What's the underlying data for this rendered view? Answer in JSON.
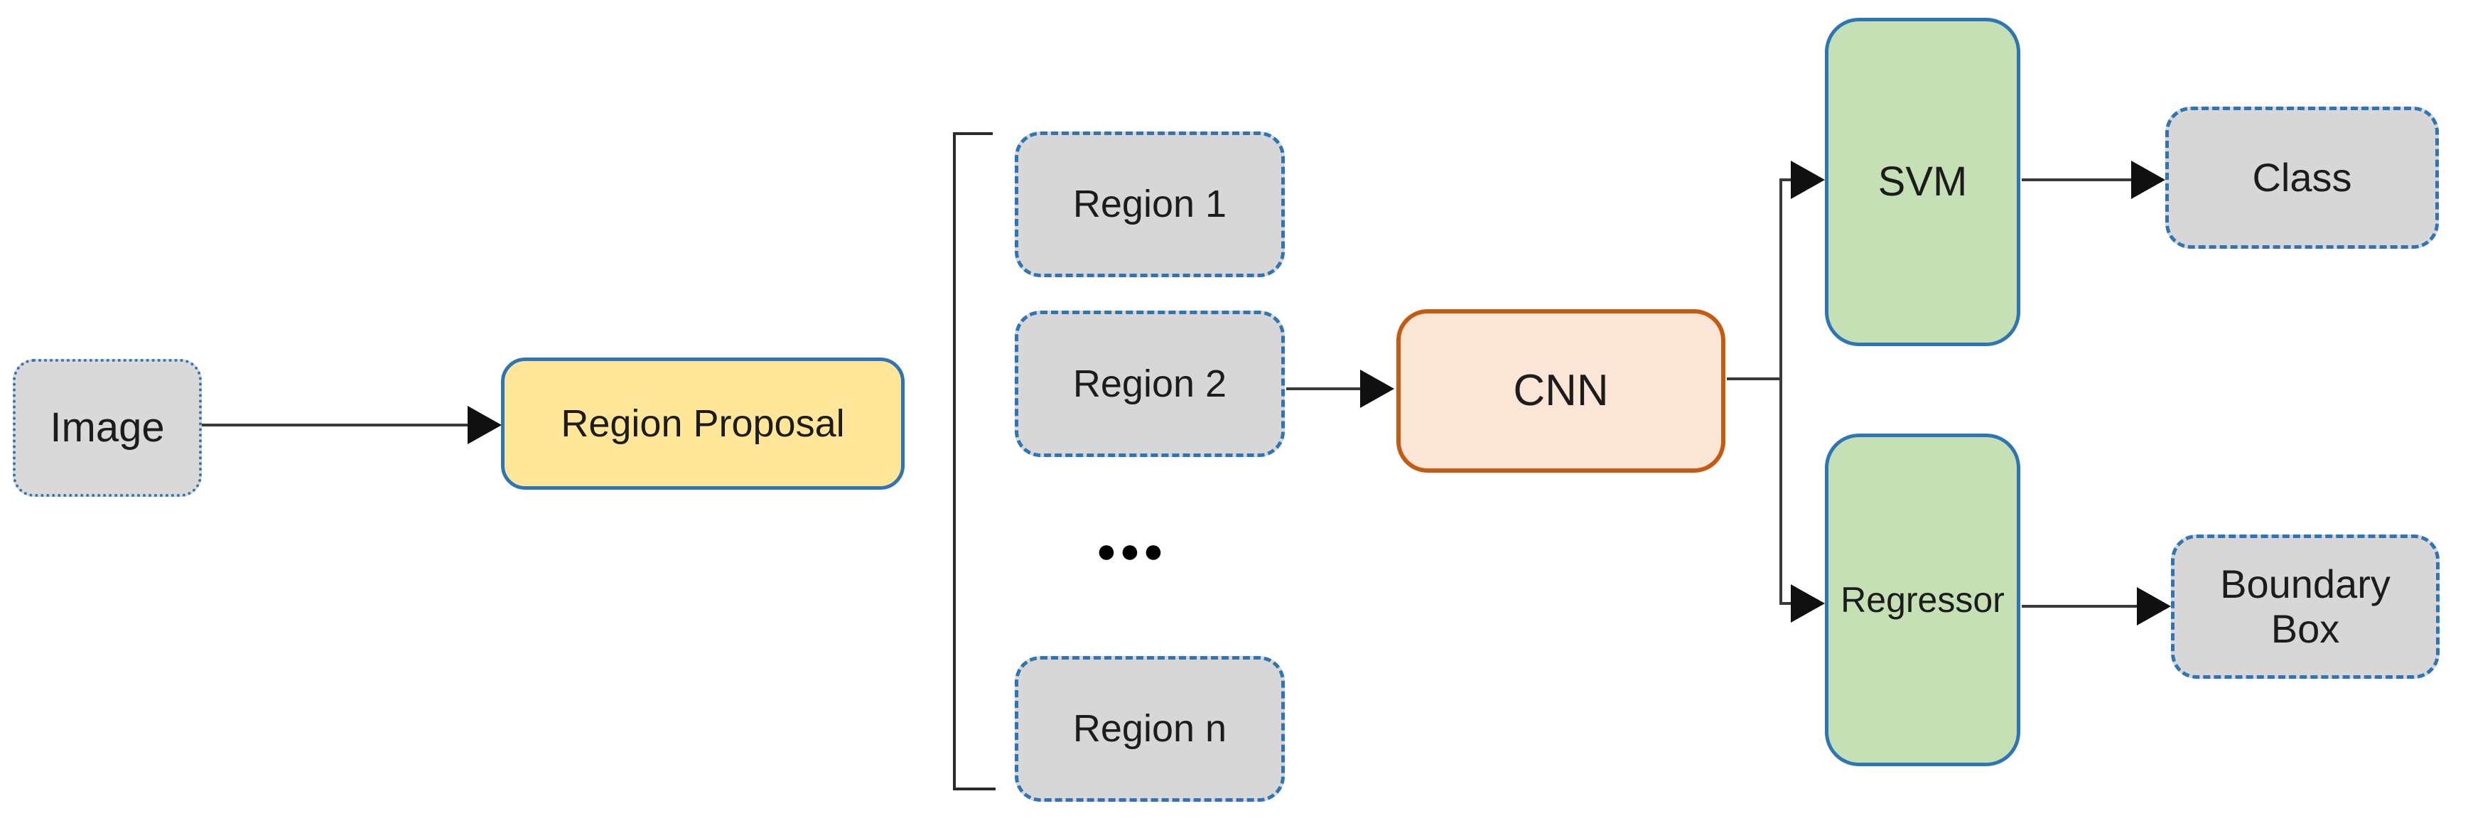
{
  "diagram": {
    "type": "flowchart",
    "topic": "R-CNN object detection pipeline",
    "nodes": {
      "image": {
        "label": "Image",
        "shape": "rounded-rect",
        "fill": "#d9d9d9",
        "border_style": "dotted",
        "border_color": "#2e75b6"
      },
      "region_proposal": {
        "label": "Region Proposal",
        "shape": "rounded-rect",
        "fill": "#ffe699",
        "border_style": "solid",
        "border_color": "#2e75b6"
      },
      "region_1": {
        "label": "Region 1",
        "shape": "rounded-rect",
        "fill": "#d7d7d7",
        "border_style": "dashed",
        "border_color": "#2e75b6"
      },
      "region_2": {
        "label": "Region 2",
        "shape": "rounded-rect",
        "fill": "#d7d7d7",
        "border_style": "dashed",
        "border_color": "#2e75b6"
      },
      "ellipsis": {
        "label": "●●●",
        "meaning": "more regions"
      },
      "region_n": {
        "label": "Region n",
        "shape": "rounded-rect",
        "fill": "#d7d7d7",
        "border_style": "dashed",
        "border_color": "#2e75b6"
      },
      "cnn": {
        "label": "CNN",
        "shape": "rounded-rect",
        "fill": "#fbe5d6",
        "border_style": "solid",
        "border_color": "#c55a11"
      },
      "svm": {
        "label": "SVM",
        "shape": "rounded-rect",
        "fill": "#c5e0b4",
        "border_style": "solid",
        "border_color": "#2e75b6"
      },
      "regressor": {
        "label": "Regressor",
        "shape": "rounded-rect",
        "fill": "#c5e0b4",
        "border_style": "solid",
        "border_color": "#2e75b6"
      },
      "class": {
        "label": "Class",
        "shape": "rounded-rect",
        "fill": "#d7d7d7",
        "border_style": "dashed",
        "border_color": "#2e75b6"
      },
      "boundary_box": {
        "label": "Boundary Box",
        "shape": "rounded-rect",
        "fill": "#d7d7d7",
        "border_style": "dashed",
        "border_color": "#2e75b6"
      }
    },
    "edges": [
      {
        "from": "image",
        "to": "region_proposal"
      },
      {
        "from": "region_2",
        "to": "cnn"
      },
      {
        "from": "cnn",
        "to": "svm"
      },
      {
        "from": "cnn",
        "to": "regressor"
      },
      {
        "from": "svm",
        "to": "class"
      },
      {
        "from": "regressor",
        "to": "boundary_box"
      }
    ],
    "groups": [
      {
        "name": "proposed-regions-bracket",
        "members": [
          "region_1",
          "region_2",
          "ellipsis",
          "region_n"
        ]
      }
    ],
    "colors": {
      "background": "#ffffff",
      "gray_fill": "#d7d7d7",
      "yellow_fill": "#ffe699",
      "peach_fill": "#fbe5d6",
      "green_fill": "#c5e0b4",
      "blue_border": "#2e75b6",
      "orange_border": "#c55a11",
      "connector": "#3a3a3a",
      "text": "#1c1c1c"
    }
  }
}
